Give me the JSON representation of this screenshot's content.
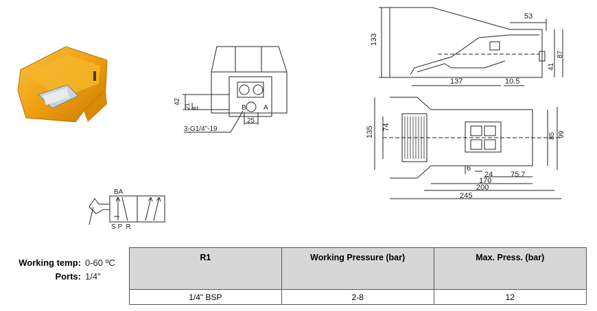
{
  "drawing": {
    "front_view": {
      "port_labels": [
        "B",
        "A"
      ],
      "dims": [
        "42",
        "21",
        "8",
        "25"
      ],
      "thread_callout": "3-G1/4\"-19"
    },
    "side_view": {
      "dims": [
        "133",
        "53",
        "41",
        "87",
        "137",
        "10.5"
      ]
    },
    "plan_view": {
      "dims": [
        "135",
        "74",
        "85",
        "99",
        "6",
        "24",
        "75.7",
        "170",
        "200",
        "245"
      ]
    },
    "symbol": {
      "top_labels": "BA",
      "bottom_labels": "S P  R"
    }
  },
  "specs": [
    {
      "label": "Working temp:",
      "value": "0-60 ºC"
    },
    {
      "label": "Ports:",
      "value": "1/4\""
    }
  ],
  "table": {
    "headers": [
      "R1",
      "Working Pressure (bar)",
      "Max. Press. (bar)"
    ],
    "rows": [
      [
        "1/4\" BSP",
        "2-8",
        "12"
      ]
    ]
  },
  "colors": {
    "pedal_orange": "#f0a010",
    "header_gray": "#d7d7d7"
  }
}
